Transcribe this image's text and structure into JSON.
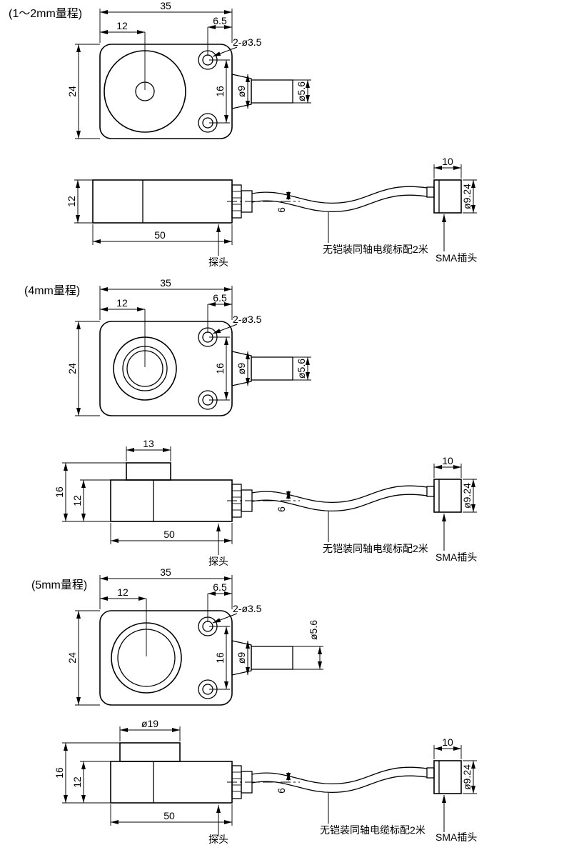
{
  "sections": [
    {
      "title": "(1～2mm量程)",
      "front": {
        "width": "35",
        "center_offset": "12",
        "hole_offset": "6.5",
        "holes": "2-ø3.5",
        "height": "24",
        "hole_spacing": "16",
        "stem_dia": "ø9",
        "plug_dia": "ø5.6"
      },
      "side": {
        "body_height": "12",
        "body_length": "50",
        "cable_dia": "6",
        "probe": "探头",
        "cable": "无铠装同轴电缆标配2米",
        "connector": "SMA插头",
        "connector_len": "10",
        "connector_dia": "ø9.24"
      }
    },
    {
      "title": "(4mm量程)",
      "front": {
        "width": "35",
        "center_offset": "12",
        "hole_offset": "6.5",
        "holes": "2-ø3.5",
        "height": "24",
        "hole_spacing": "16",
        "stem_dia": "ø9",
        "plug_dia": "ø5.6"
      },
      "side": {
        "cap_width": "13",
        "total_height": "16",
        "body_height": "12",
        "body_length": "50",
        "cable_dia": "6",
        "probe": "探头",
        "cable": "无铠装同轴电缆标配2米",
        "connector": "SMA插头",
        "connector_len": "10",
        "connector_dia": "ø9.24"
      }
    },
    {
      "title": "(5mm量程)",
      "front": {
        "width": "35",
        "center_offset": "12",
        "hole_offset": "6.5",
        "holes": "2-ø3.5",
        "height": "24",
        "hole_spacing": "16",
        "stem_dia": "ø9",
        "plug_dia": "ø5.6"
      },
      "side": {
        "cap_width": "ø19",
        "total_height": "16",
        "body_height": "12",
        "body_length": "50",
        "cable_dia": "6",
        "probe": "探头",
        "cable": "无铠装同轴电缆标配2米",
        "connector": "SMA插头",
        "connector_len": "10",
        "connector_dia": "ø9.24"
      }
    }
  ]
}
